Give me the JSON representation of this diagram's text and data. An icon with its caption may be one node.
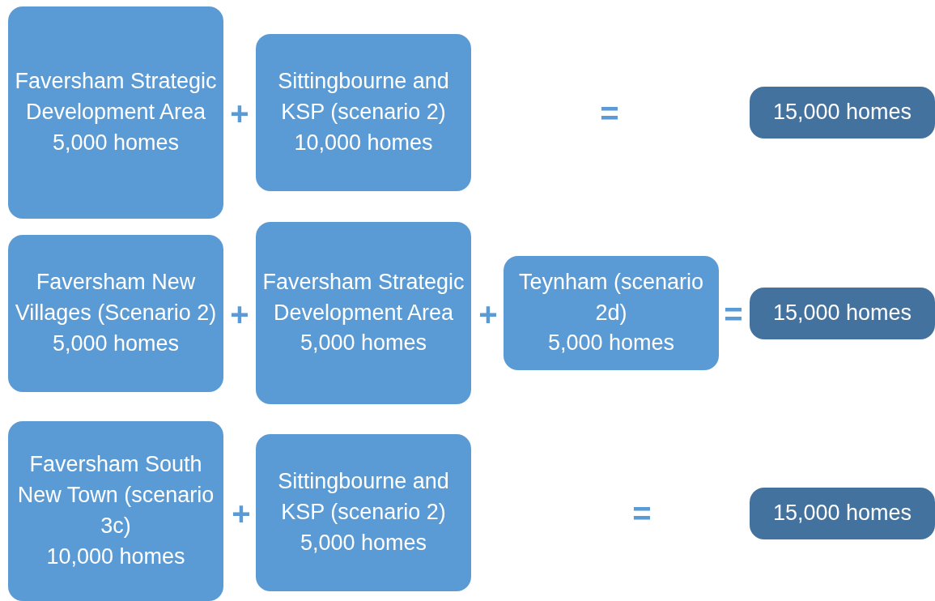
{
  "diagram": {
    "nodes": [
      {
        "text": [
          "Faversham Strategic Development Area",
          "5,000 homes"
        ]
      },
      {
        "text": [
          "Sittingbourne and KSP (scenario 2)",
          "10,000 homes"
        ]
      },
      {
        "text": [
          "15,000 homes"
        ]
      },
      {
        "text": [
          "Faversham New Villages (Scenario 2)",
          "5,000 homes"
        ]
      },
      {
        "text": [
          "Faversham Strategic Development Area",
          "5,000 homes"
        ]
      },
      {
        "text": [
          "Teynham (scenario 2d)",
          "5,000 homes"
        ]
      },
      {
        "text": [
          "15,000 homes"
        ]
      },
      {
        "text": [
          "Faversham South New Town (scenario 3c)",
          "10,000 homes"
        ]
      },
      {
        "text": [
          "Sittingbourne and KSP (scenario 2)",
          "5,000 homes"
        ]
      },
      {
        "text": [
          "15,000 homes"
        ]
      }
    ],
    "labels": [
      "+",
      "=",
      "+",
      "+",
      "=",
      "+",
      "="
    ]
  }
}
